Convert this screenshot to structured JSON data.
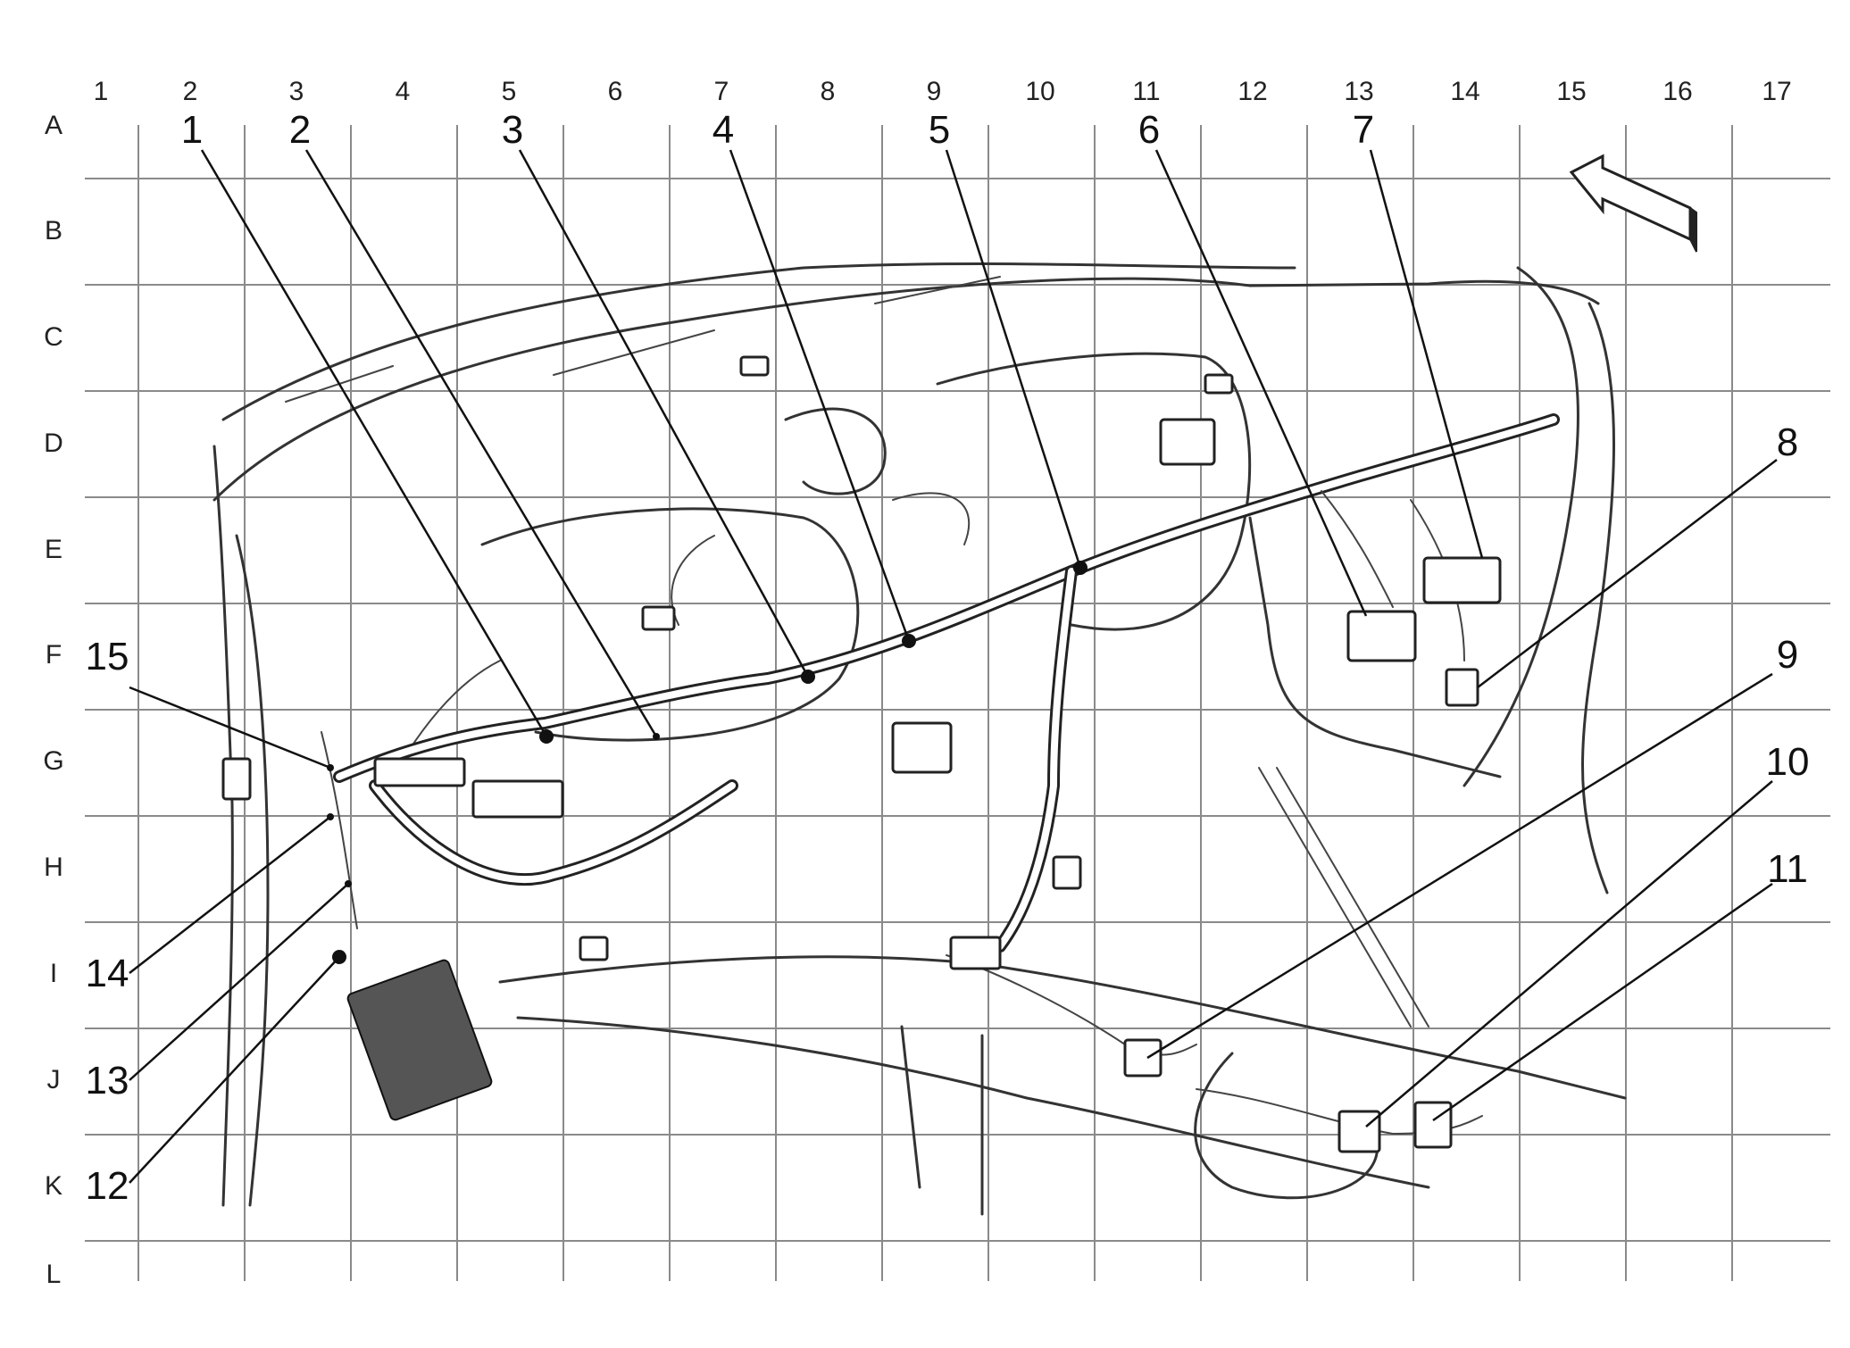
{
  "grid": {
    "columns": [
      "1",
      "2",
      "3",
      "4",
      "5",
      "6",
      "7",
      "8",
      "9",
      "10",
      "11",
      "12",
      "13",
      "14",
      "15",
      "16",
      "17"
    ],
    "rows": [
      "A",
      "B",
      "C",
      "D",
      "E",
      "F",
      "G",
      "H",
      "I",
      "J",
      "K",
      "L"
    ]
  },
  "callouts": [
    {
      "label": "1"
    },
    {
      "label": "2"
    },
    {
      "label": "3"
    },
    {
      "label": "4"
    },
    {
      "label": "5"
    },
    {
      "label": "6"
    },
    {
      "label": "7"
    },
    {
      "label": "8"
    },
    {
      "label": "9"
    },
    {
      "label": "10"
    },
    {
      "label": "11"
    },
    {
      "label": "12"
    },
    {
      "label": "13"
    },
    {
      "label": "14"
    },
    {
      "label": "15"
    }
  ],
  "icons": {
    "orientation_arrow": "forward-arrow-icon"
  }
}
